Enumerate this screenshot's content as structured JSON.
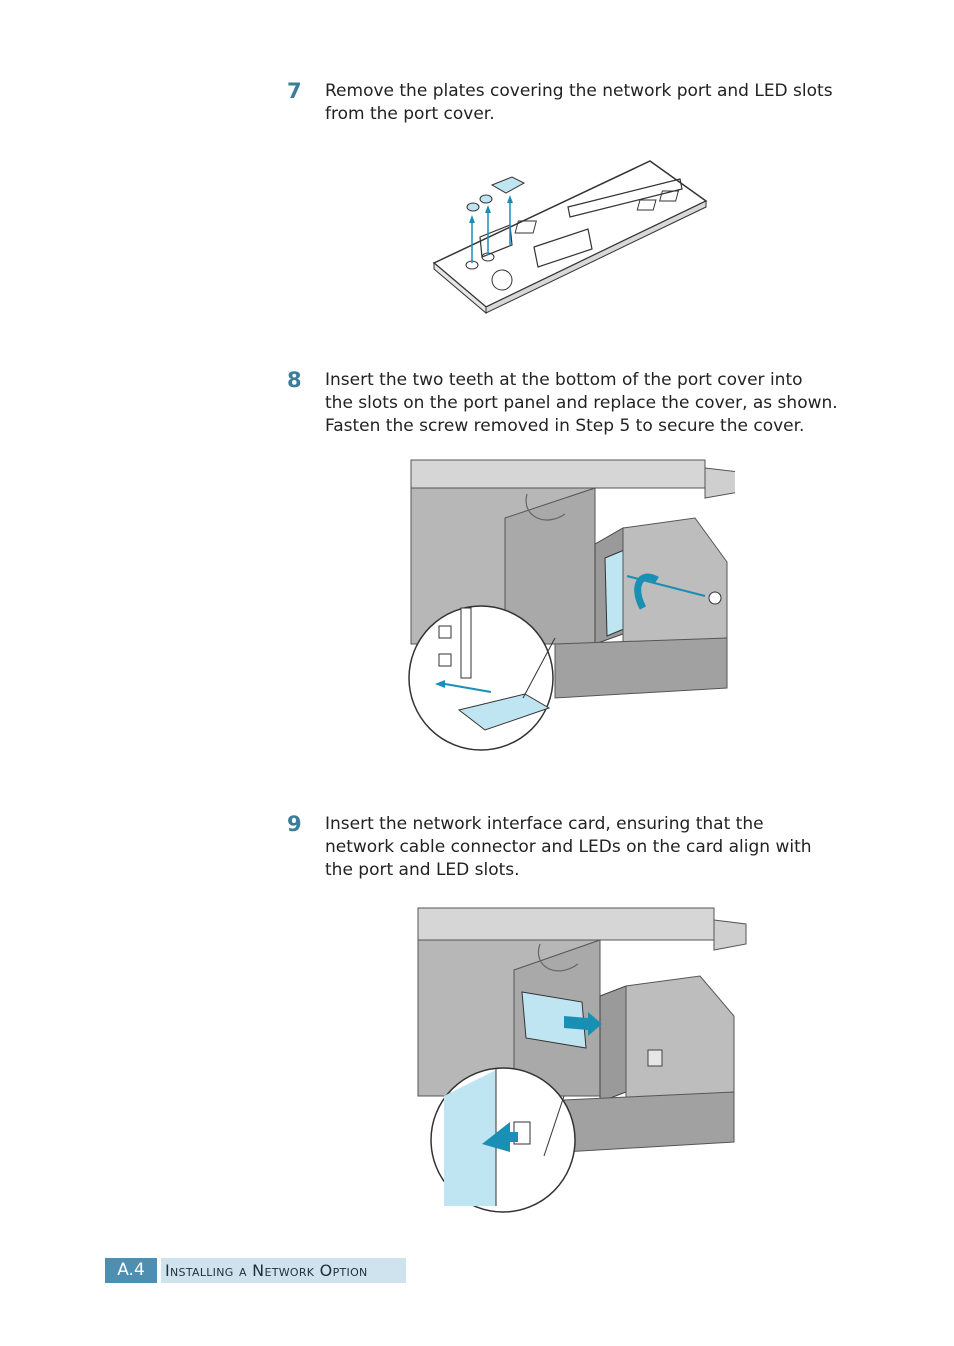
{
  "steps": [
    {
      "number": "7",
      "lines": [
        "Remove the plates covering the network port and LED slots",
        "from the port cover."
      ]
    },
    {
      "number": "8",
      "lines": [
        "Insert the two teeth at the bottom of the port cover into",
        "the slots on the port panel and replace the cover, as shown.",
        "Fasten the screw removed in Step 5 to secure the cover."
      ]
    },
    {
      "number": "9",
      "lines": [
        "Insert the network interface card, ensuring that the",
        "network cable connector and LEDs on the card align with",
        "the port and LED slots."
      ]
    }
  ],
  "footer": {
    "page_number": "A.4",
    "section_title": "Installing a Network Option"
  },
  "colors": {
    "accent": "#3c7d9c",
    "footer_badge": "#4d8eb1",
    "footer_bar": "#cfe3ef",
    "highlight_part": "#bfe4f2",
    "machine_gray": "#a6a6a6"
  }
}
